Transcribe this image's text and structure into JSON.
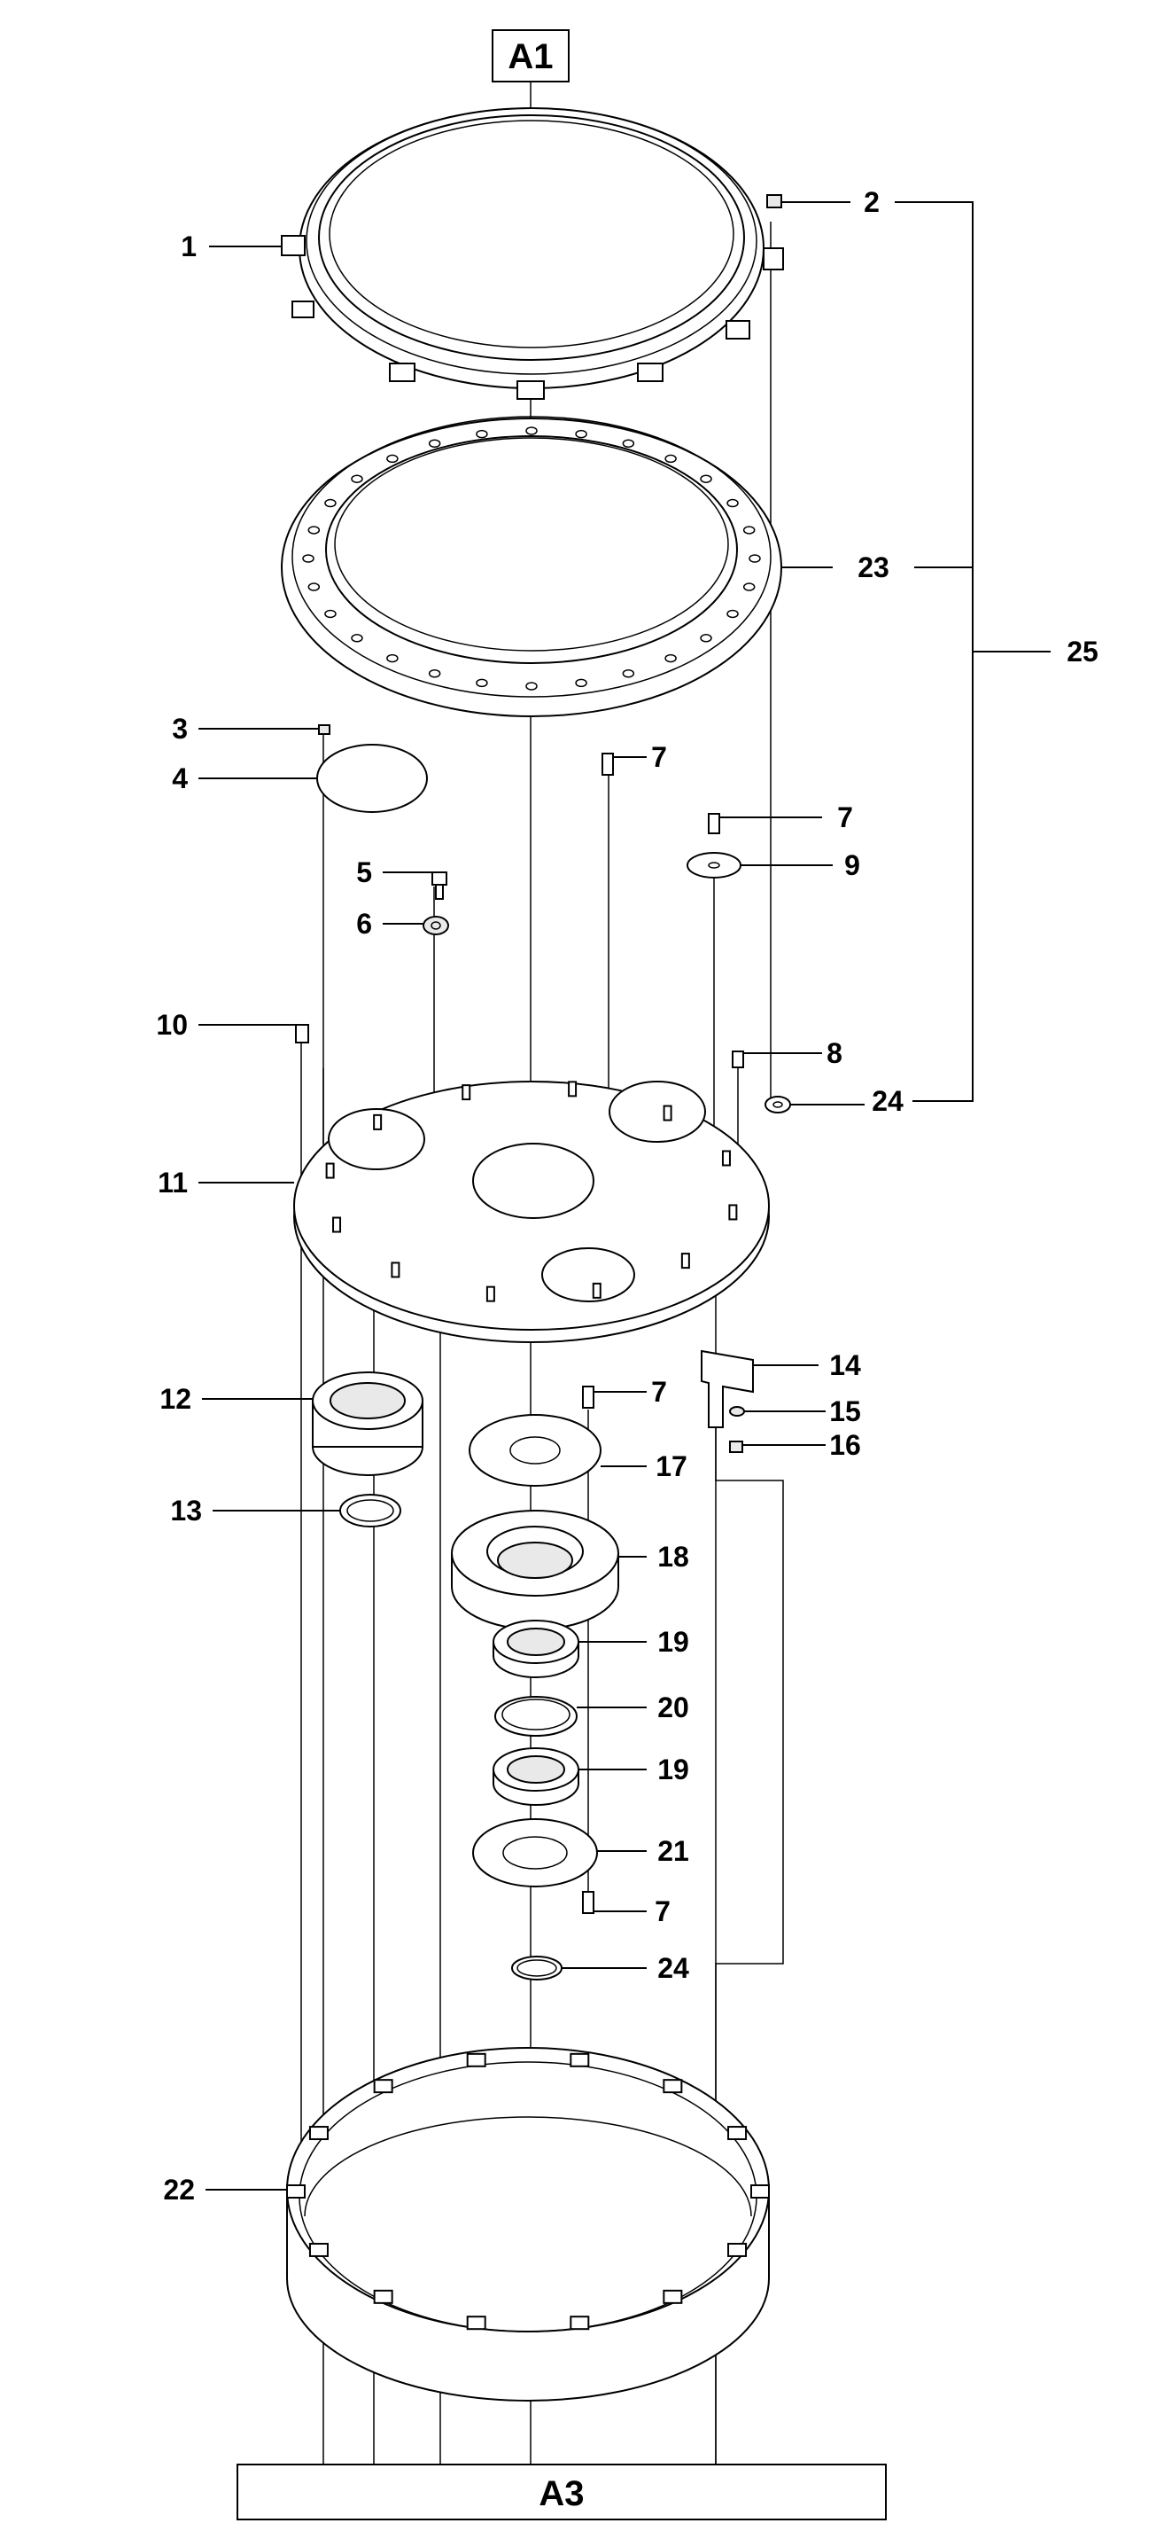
{
  "refs": {
    "top": "A1",
    "bottom": "A3"
  },
  "callouts": [
    "1",
    "2",
    "3",
    "4",
    "5",
    "6",
    "7",
    "7",
    "7",
    "8",
    "9",
    "10",
    "11",
    "12",
    "13",
    "14",
    "15",
    "16",
    "7",
    "17",
    "18",
    "19",
    "20",
    "19",
    "21",
    "7",
    "22",
    "23",
    "24",
    "24",
    "25"
  ]
}
